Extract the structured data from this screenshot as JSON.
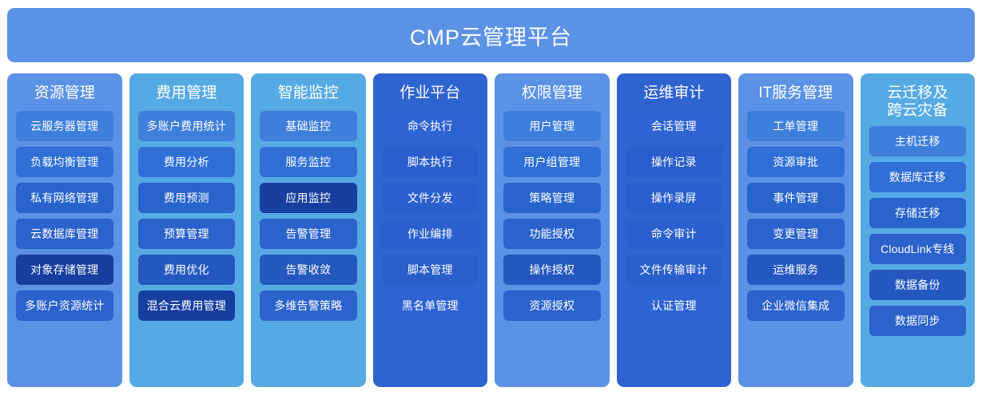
{
  "header": {
    "title": "CMP云管理平台"
  },
  "colors": {
    "page_background": "#ffffff",
    "title_bar": "#5b92e5",
    "panel_light": "#56aae4",
    "panel_mid": "#5b92e5",
    "panel_deep": "#2f63cf",
    "item_default": "#2964cd",
    "item_highlight": "#173fa0",
    "text": "#ffffff"
  },
  "columns": [
    {
      "title": "资源管理",
      "tone": "mid",
      "items": [
        {
          "label": "云服务器管理",
          "highlight": false
        },
        {
          "label": "负载均衡管理",
          "highlight": false
        },
        {
          "label": "私有网络管理",
          "highlight": false
        },
        {
          "label": "云数据库管理",
          "highlight": false
        },
        {
          "label": "对象存储管理",
          "highlight": true
        },
        {
          "label": "多账户资源统计",
          "highlight": false
        }
      ]
    },
    {
      "title": "费用管理",
      "tone": "light",
      "items": [
        {
          "label": "多账户费用统计",
          "highlight": false
        },
        {
          "label": "费用分析",
          "highlight": false
        },
        {
          "label": "费用预测",
          "highlight": false
        },
        {
          "label": "预算管理",
          "highlight": false
        },
        {
          "label": "费用优化",
          "highlight": false
        },
        {
          "label": "混合云费用管理",
          "highlight": true
        }
      ]
    },
    {
      "title": "智能监控",
      "tone": "light",
      "items": [
        {
          "label": "基础监控",
          "highlight": false
        },
        {
          "label": "服务监控",
          "highlight": false
        },
        {
          "label": "应用监控",
          "highlight": true
        },
        {
          "label": "告警管理",
          "highlight": false
        },
        {
          "label": "告警收敛",
          "highlight": false
        },
        {
          "label": "多维告警策略",
          "highlight": false
        }
      ]
    },
    {
      "title": "作业平台",
      "tone": "deep",
      "items": [
        {
          "label": "命令执行",
          "highlight": false
        },
        {
          "label": "脚本执行",
          "highlight": false
        },
        {
          "label": "文件分发",
          "highlight": false
        },
        {
          "label": "作业编排",
          "highlight": false
        },
        {
          "label": "脚本管理",
          "highlight": false
        },
        {
          "label": "黑名单管理",
          "highlight": false
        }
      ]
    },
    {
      "title": "权限管理",
      "tone": "mid",
      "items": [
        {
          "label": "用户管理",
          "highlight": false
        },
        {
          "label": "用户组管理",
          "highlight": false
        },
        {
          "label": "策略管理",
          "highlight": false
        },
        {
          "label": "功能授权",
          "highlight": false
        },
        {
          "label": "操作授权",
          "highlight": false
        },
        {
          "label": "资源授权",
          "highlight": false
        }
      ]
    },
    {
      "title": "运维审计",
      "tone": "deep",
      "items": [
        {
          "label": "会话管理",
          "highlight": false
        },
        {
          "label": "操作记录",
          "highlight": false
        },
        {
          "label": "操作录屏",
          "highlight": false
        },
        {
          "label": "命令审计",
          "highlight": false
        },
        {
          "label": "文件传输审计",
          "highlight": false
        },
        {
          "label": "认证管理",
          "highlight": false
        }
      ]
    },
    {
      "title": "IT服务管理",
      "tone": "mid",
      "items": [
        {
          "label": "工单管理",
          "highlight": false
        },
        {
          "label": "资源审批",
          "highlight": false
        },
        {
          "label": "事件管理",
          "highlight": false
        },
        {
          "label": "变更管理",
          "highlight": false
        },
        {
          "label": "运维服务",
          "highlight": false
        },
        {
          "label": "企业微信集成",
          "highlight": false
        }
      ]
    },
    {
      "title": "云迁移及\n跨云灾备",
      "tone": "light",
      "items": [
        {
          "label": "主机迁移",
          "highlight": false
        },
        {
          "label": "数据库迁移",
          "highlight": false
        },
        {
          "label": "存储迁移",
          "highlight": false
        },
        {
          "label": "CloudLink专线",
          "highlight": false
        },
        {
          "label": "数据备份",
          "highlight": false
        },
        {
          "label": "数据同步",
          "highlight": false
        }
      ]
    }
  ]
}
